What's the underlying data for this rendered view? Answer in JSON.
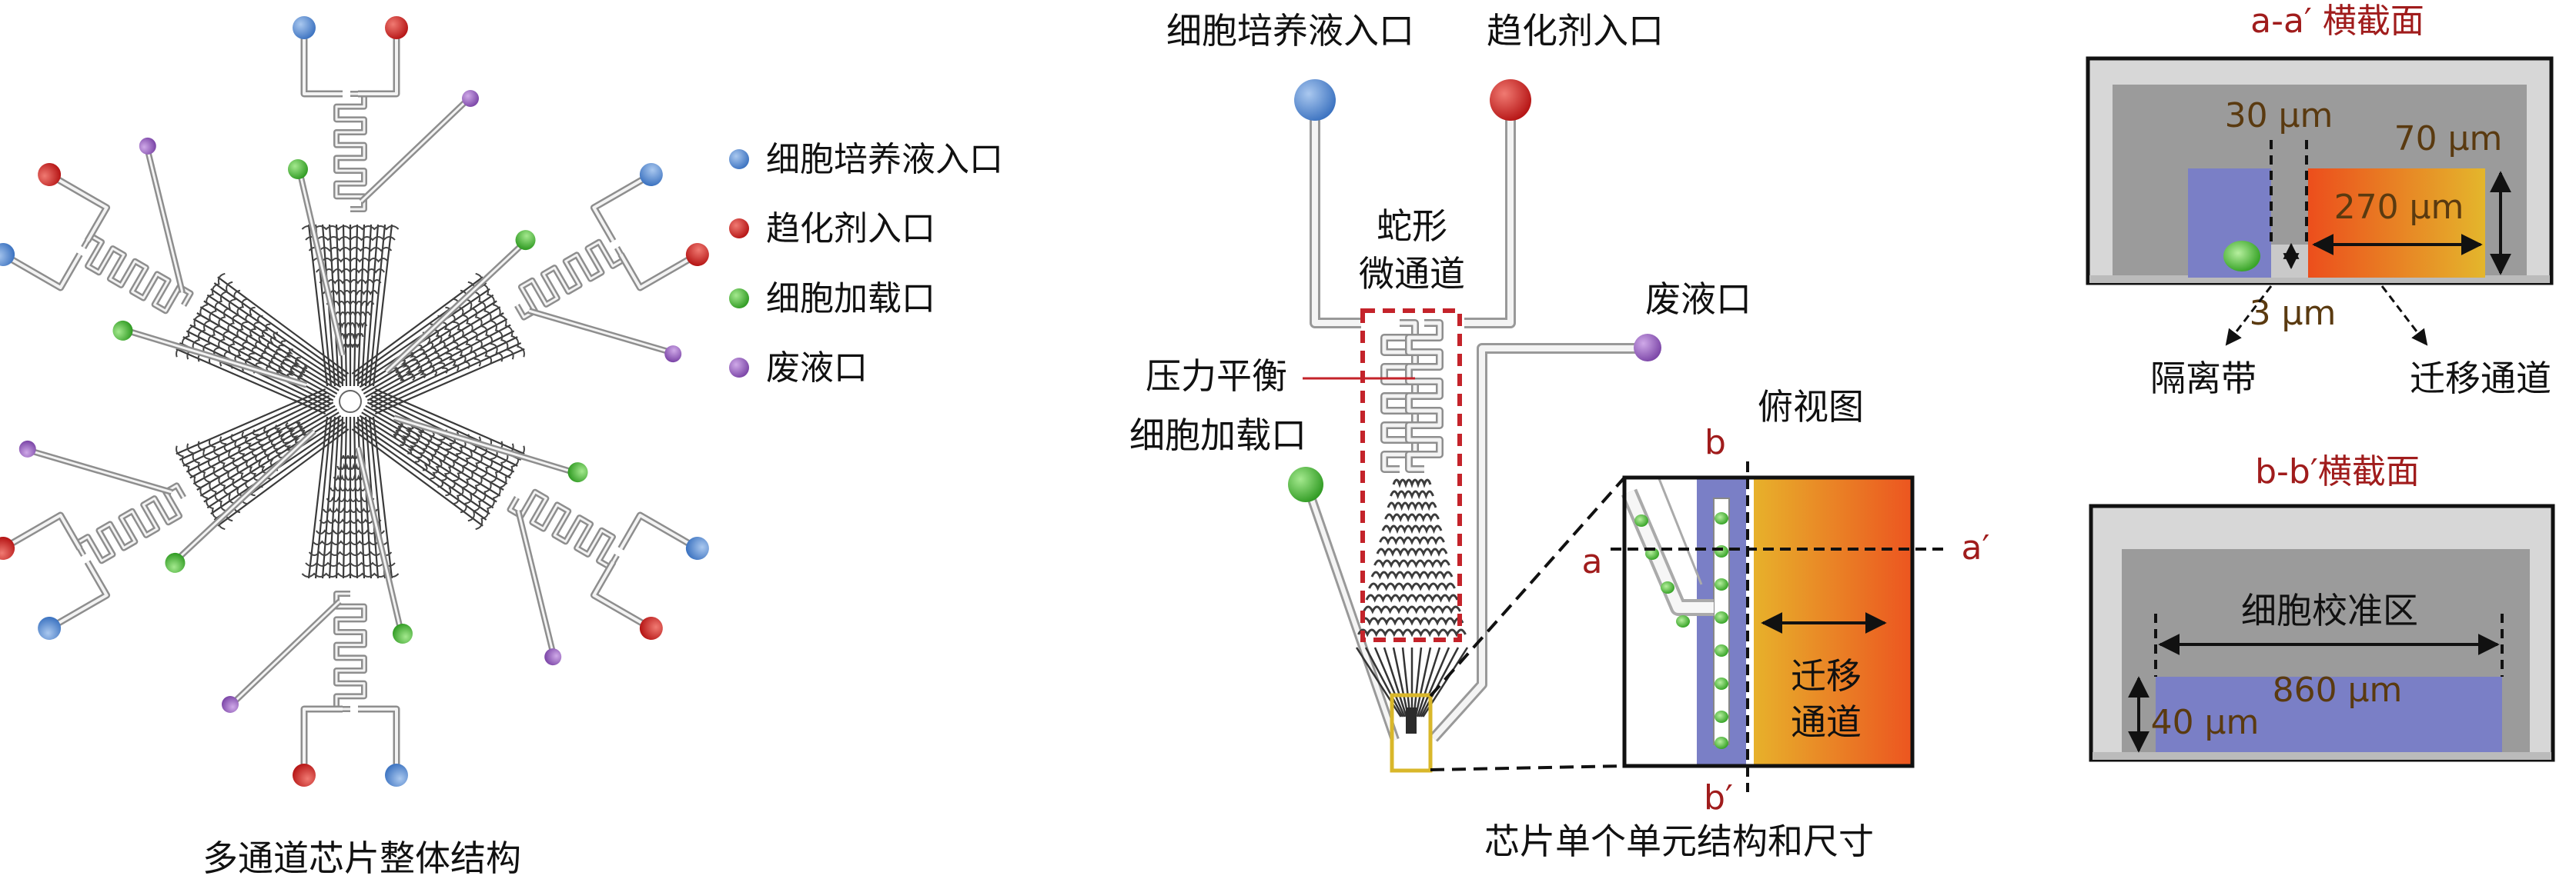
{
  "left_panel": {
    "caption": "多通道芯片整体结构",
    "legend": [
      {
        "label": "细胞培养液入口",
        "icon": "blue-dot-icon",
        "color": "#5b8fd0"
      },
      {
        "label": "趋化剂入口",
        "icon": "red-dot-icon",
        "color": "#d62a2a"
      },
      {
        "label": "细胞加载口",
        "icon": "green-dot-icon",
        "color": "#5cc24a"
      },
      {
        "label": "废液口",
        "icon": "purple-dot-icon",
        "color": "#9a66c0"
      }
    ]
  },
  "middle_panel": {
    "caption": "芯片单个单元结构和尺寸",
    "inlet_culture_label": "细胞培养液入口",
    "inlet_chemo_label": "趋化剂入口",
    "serpentine_label_1": "蛇形",
    "serpentine_label_2": "微通道",
    "pressure_balance_label": "压力平衡",
    "cell_loading_label": "细胞加载口",
    "waste_label": "废液口",
    "top_view_label": "俯视图",
    "marker_a": "a",
    "marker_a_prime": "a′",
    "marker_b": "b",
    "marker_b_prime": "b′",
    "migration_channel_1": "迁移",
    "migration_channel_2": "通道"
  },
  "right_panel": {
    "section_aa_title": "a-a′ 横截面",
    "dim_30": "30 μm",
    "dim_70": "70 μm",
    "dim_270": "270 μm",
    "dim_3": "3 μm",
    "isolation_band_label": "隔离带",
    "migration_channel_label": "迁移通道",
    "section_bb_title": "b-b′横截面",
    "calibration_zone_label": "细胞校准区",
    "dim_860": "860 μm",
    "dim_40": "40 μm"
  },
  "colors": {
    "culture": "#5b8fd0",
    "chemo": "#d62a2a",
    "loading": "#5cc24a",
    "waste": "#9a66c0",
    "dark_red_text": "#a01c1c",
    "brown_text": "#5a3a10",
    "channel_blue": "#7a7fc6",
    "gradient_orange": "#ea5a1e",
    "gradient_yellow": "#e6b12a",
    "dashed_red": "#c4232a",
    "yellow_box": "#d9b72a"
  }
}
